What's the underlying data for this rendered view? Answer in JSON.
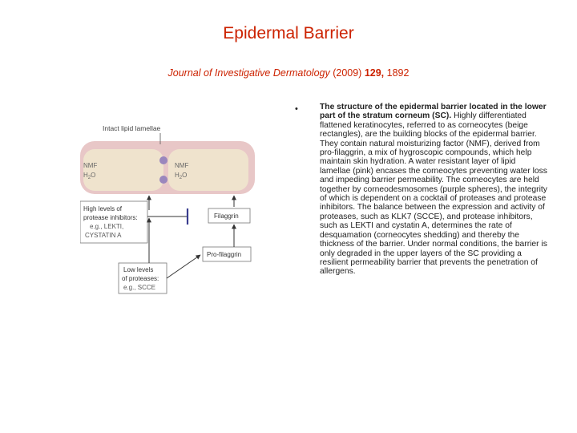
{
  "slide": {
    "title": "Epidermal Barrier",
    "citation": {
      "journal": "Journal of Investigative Dermatology",
      "year": "(2009)",
      "volume": "129,",
      "page": "1892"
    }
  },
  "figure": {
    "intact_label": "Intact lipid lamellae",
    "nmf": "NMF",
    "h2o": "H",
    "h2o_sub": "2",
    "h2o_end": "O",
    "inhibitors_line1": "High levels of",
    "inhibitors_line2": "protease inhibitors:",
    "inhibitors_line3": "e.g., LEKTI,",
    "inhibitors_line4": "CYSTATIN A",
    "filaggrin": "Filaggrin",
    "profilaggrin": "Pro-filaggrin",
    "proteases_line1": "Low levels",
    "proteases_line2": "of proteases:",
    "proteases_line3": "e.g., SCCE",
    "colors": {
      "lipid": "#e8c7c7",
      "corneocyte": "#efe3cd",
      "arrow": "#333333",
      "inhibitor_bar": "#3a3d8f"
    }
  },
  "bullet": {
    "marker": "•",
    "lead": "The structure of the epidermal barrier located in the lower part of the stratum corneum (SC).",
    "body": " Highly differentiated flattened keratinocytes, referred to as corneocytes (beige rectangles), are the building blocks of the epidermal barrier. They contain natural moisturizing factor (NMF), derived from pro-filaggrin, a mix of hygroscopic compounds, which help maintain skin hydration. A water resistant layer of lipid lamellae (pink) encases the corneocytes preventing water loss and impeding barrier permeability. The corneocytes are held together by corneodesmosomes (purple spheres), the integrity of which is dependent on a cocktail of proteases and protease inhibitors. The balance between the expression and activity of proteases, such as KLK7 (SCCE), and protease inhibitors, such as LEKTI and cystatin A, determines the rate of desquamation (corneocytes shedding) and thereby the thickness of the barrier. Under normal conditions, the barrier is only degraded in the upper layers of the SC providing a resilient permeability barrier that prevents the penetration of allergens."
  }
}
